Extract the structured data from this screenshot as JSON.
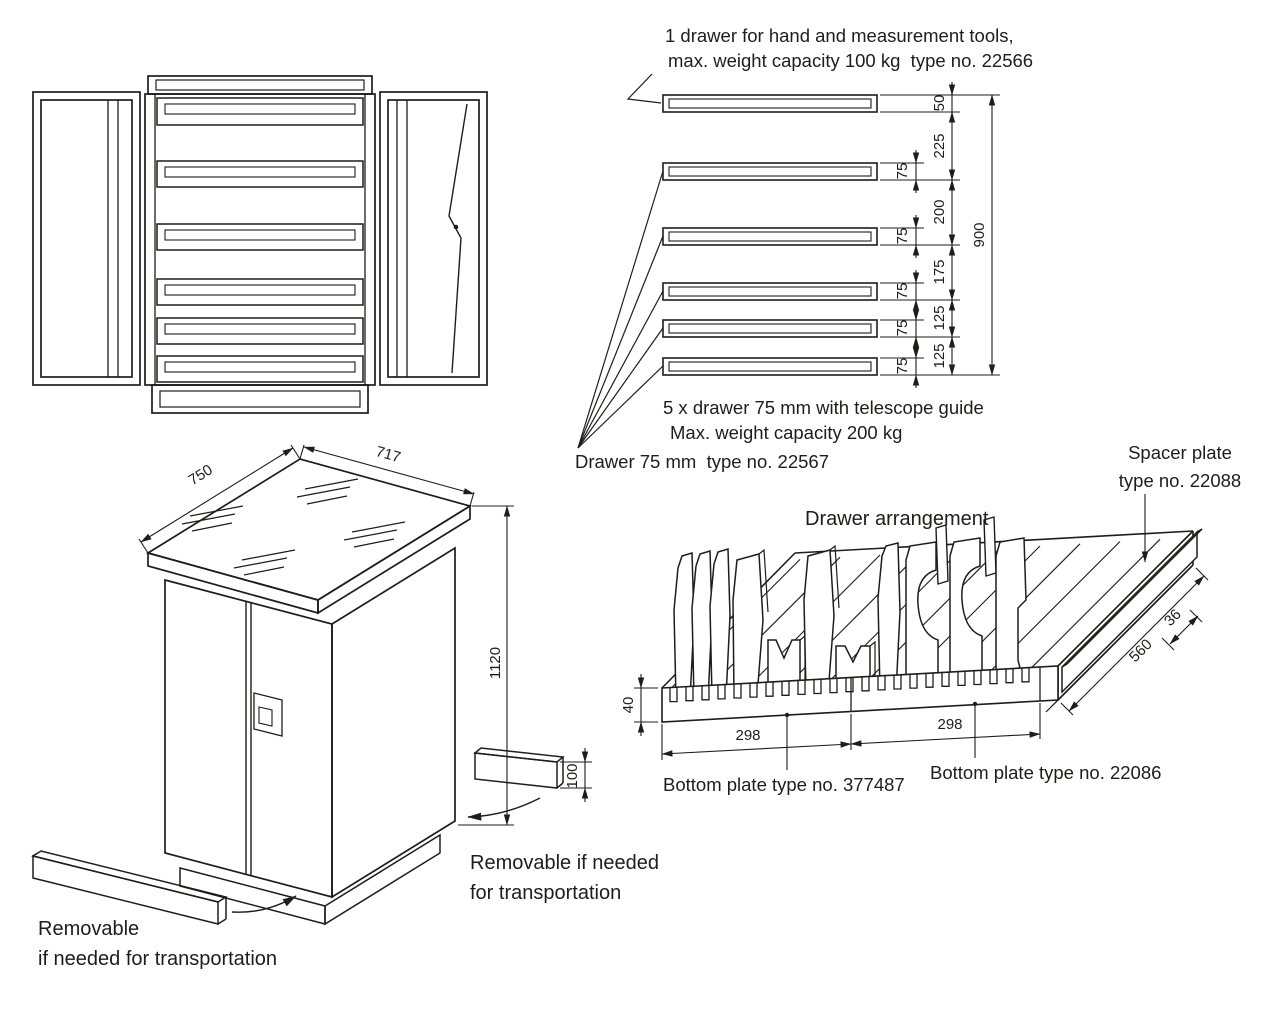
{
  "page": {
    "bg": "#ffffff",
    "ink": "#1d1d1b"
  },
  "drawer_stack": {
    "note_line1": "1 drawer for hand and measurement tools,",
    "note_line2": "max. weight capacity 100 kg  type no. 22566",
    "note2_line1": "5 x drawer 75 mm with telescope guide",
    "note2_line2": "Max. weight capacity 200 kg",
    "note3": "Drawer 75 mm  type no. 22567",
    "dim_top_drawer": "50",
    "dim_chain": [
      "225",
      "200",
      "175",
      "125",
      "125"
    ],
    "dim_drawer_heights": [
      "75",
      "75",
      "75",
      "75",
      "75"
    ],
    "dim_total": "900"
  },
  "cabinet_iso": {
    "dim_width": "750",
    "dim_depth": "717",
    "dim_height": "1120",
    "dim_rail": "100",
    "note_right_line1": "Removable if needed",
    "note_right_line2": "for transportation",
    "note_left_line1": "Removable",
    "note_left_line2": "if needed for transportation"
  },
  "arrangement": {
    "title": "Drawer arrangement",
    "spacer_line1": "Spacer plate",
    "spacer_line2": "type no. 22088",
    "bottom_plate_left": "Bottom plate type no. 377487",
    "bottom_plate_right": "Bottom plate type no. 22086",
    "dim_front_height": "40",
    "dim_plate_left": "298",
    "dim_plate_right": "298",
    "dim_depth": "560",
    "dim_spacer": "36"
  }
}
